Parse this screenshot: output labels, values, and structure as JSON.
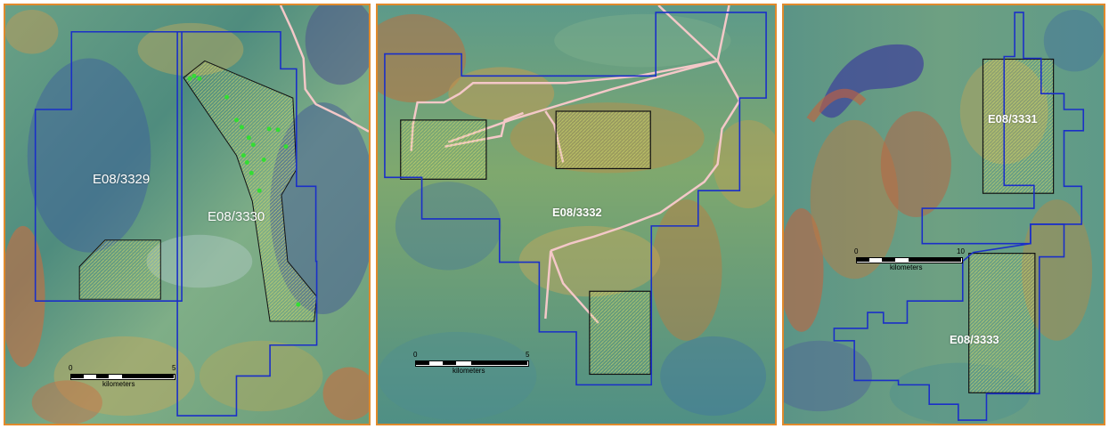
{
  "panels": [
    {
      "tenements": [
        "E08/3329",
        "E08/3330"
      ],
      "scale": {
        "start": "0",
        "end": "5",
        "unit": "kilometers"
      }
    },
    {
      "tenements": [
        "E08/3332"
      ],
      "scale": {
        "start": "0",
        "end": "5",
        "unit": "kilometers"
      }
    },
    {
      "tenements": [
        "E08/3331",
        "E08/3333"
      ],
      "scale": {
        "start": "0",
        "end": "10",
        "unit": "kilometers"
      }
    }
  ],
  "colors": {
    "tenement_boundary": "#1a2fc8",
    "prospect_outline": "#111111",
    "road": "#f4c8c8",
    "sample_points": "#33dd33",
    "panel_border": "#e08a2c"
  }
}
